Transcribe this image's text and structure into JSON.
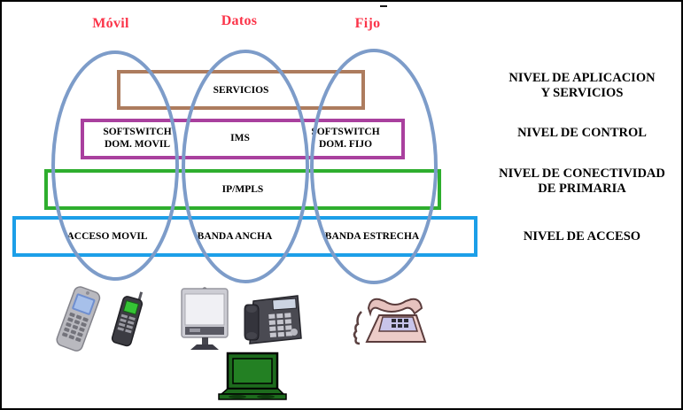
{
  "columns": [
    {
      "label": "Móvil"
    },
    {
      "label": "Datos"
    },
    {
      "label": "Fijo"
    }
  ],
  "boxes": {
    "servicios": {
      "label": "SERVICIOS"
    },
    "control": {
      "softswitch_movil": {
        "line1": "SOFTSWITCH",
        "line2": "DOM. MOVIL"
      },
      "ims": {
        "label": "IMS"
      },
      "softswitch_fijo": {
        "line1": "SOFTSWITCH",
        "line2": "DOM. FIJO"
      }
    },
    "conectividad": {
      "label": "IP/MPLS"
    },
    "acceso": {
      "acceso_movil": "ACCESO MOVIL",
      "banda_ancha": "BANDA ANCHA",
      "banda_estrecha": "BANDA ESTRECHA"
    }
  },
  "levels": {
    "aplicacion": {
      "line1": "NIVEL DE APLICACION",
      "line2": "Y SERVICIOS"
    },
    "control": {
      "label": "NIVEL DE CONTROL"
    },
    "conectividad": {
      "line1": "NIVEL DE CONECTIVIDAD",
      "line2": "DE PRIMARIA"
    },
    "acceso": {
      "label": "NIVEL DE ACCESO"
    }
  },
  "colors": {
    "column_label_red": "#FB3449",
    "servicios_border_brown": "#AD7C5E",
    "control_border_purple": "#A9409E",
    "conectividad_border_green": "#2EAE2E",
    "acceso_border_blue": "#1C9FE8",
    "ellipse_stroke_blue": "#7D9CC9"
  },
  "devices": [
    {
      "icon": "pda-mobile-phone-icon"
    },
    {
      "icon": "cellular-phone-icon"
    },
    {
      "icon": "desktop-monitor-icon"
    },
    {
      "icon": "office-desk-phone-icon"
    },
    {
      "icon": "classic-telephone-icon"
    },
    {
      "icon": "laptop-icon"
    }
  ]
}
